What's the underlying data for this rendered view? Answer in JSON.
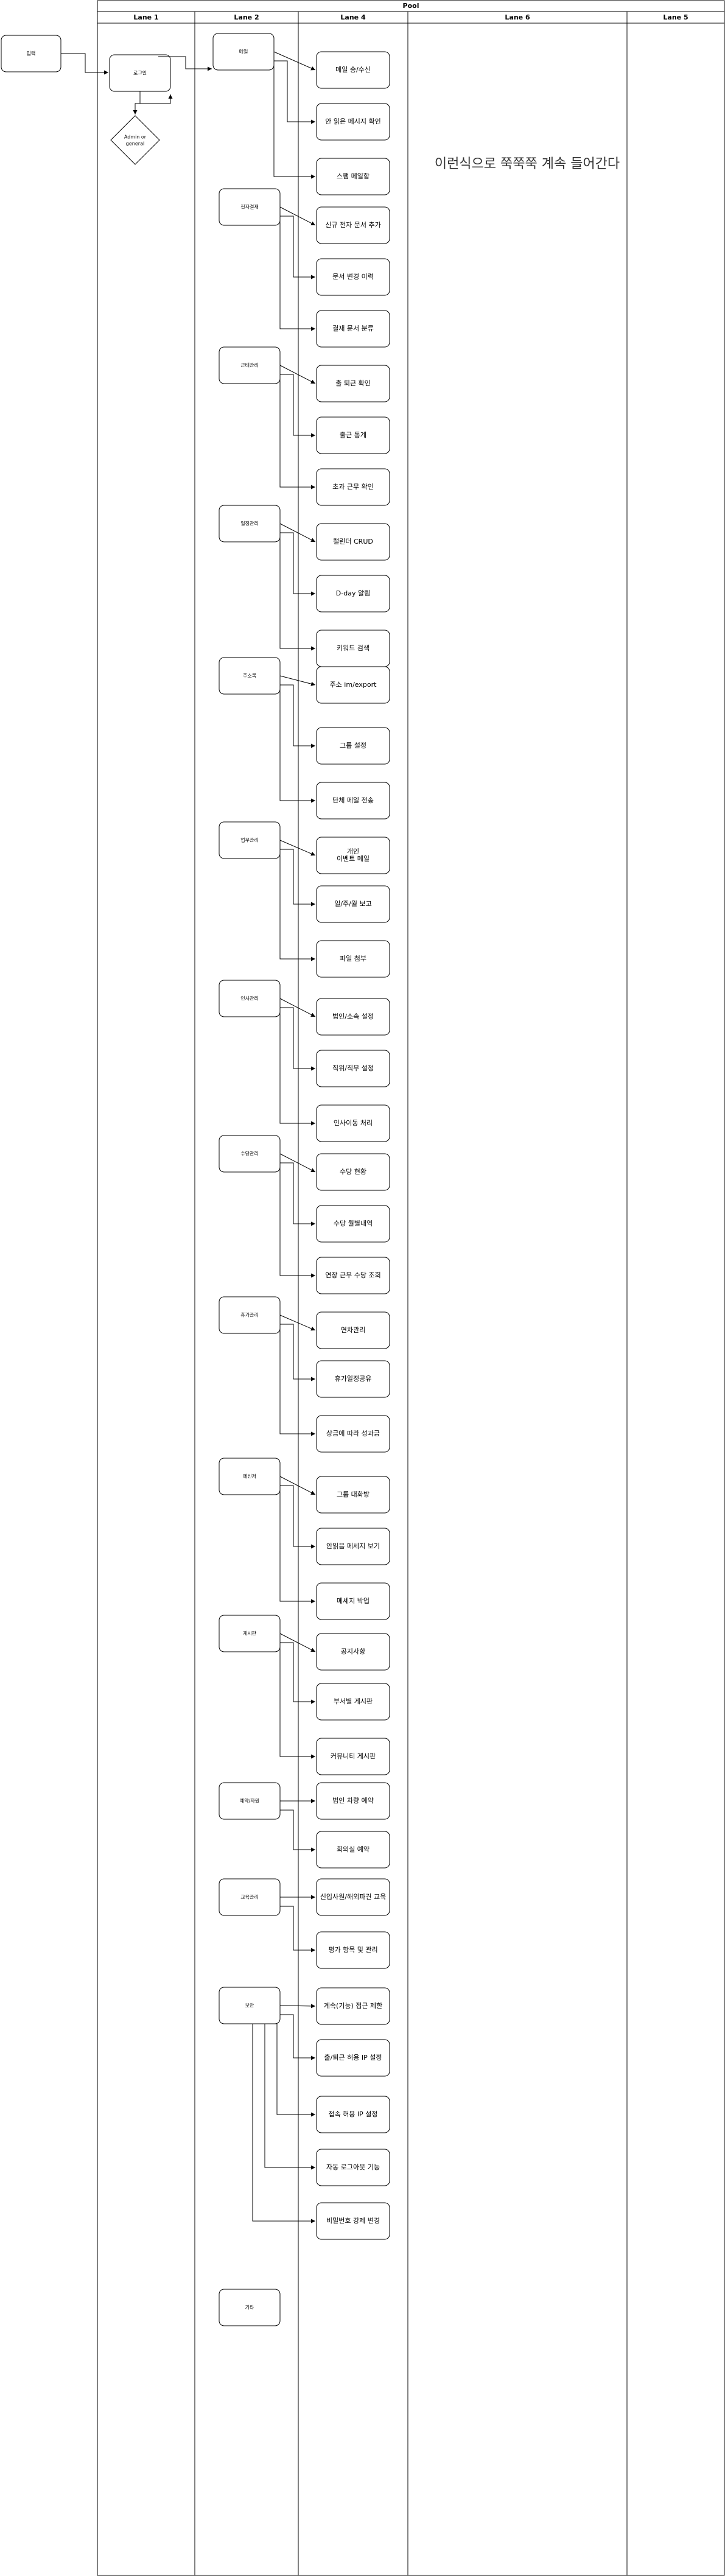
{
  "pool": {
    "title": "Pool"
  },
  "lanes": [
    "Lane 1",
    "Lane 2",
    "Lane 4",
    "Lane 6",
    "Lane 5"
  ],
  "start": "입력",
  "login": "로그인",
  "decision": "Admin or general",
  "note": "이런식으로 쭉쭉쭉 계속 들어간다",
  "groups": [
    {
      "label": "메일",
      "items": [
        "메일 송/수신",
        "안 읽은 메시지 확인",
        "스팸 메일함"
      ]
    },
    {
      "label": "전자결재",
      "items": [
        "신규 전자 문서 추가",
        "문서 변경 이력",
        "결재 문서 분류"
      ]
    },
    {
      "label": "근태관리",
      "items": [
        "출 퇴근 확인",
        "출근 통계",
        "초과 근무 확인"
      ]
    },
    {
      "label": "일정관리",
      "items": [
        "캘린더 CRUD",
        "D-day 알림",
        "키워드 검색"
      ]
    },
    {
      "label": "주소록",
      "items": [
        "주소 im/export",
        "그룹 설정",
        "단체 메일 전송"
      ]
    },
    {
      "label": "업무관리",
      "items": [
        "개인\n이벤트 메일",
        "일/주/월 보고",
        "파일 첨부"
      ]
    },
    {
      "label": "인사관리",
      "items": [
        "법인/소속 설정",
        "직위/직무 설정",
        "인사이동 처리"
      ]
    },
    {
      "label": "수당관리",
      "items": [
        "수당 현황",
        "수당 월별내역",
        "연장 근무 수당 조회"
      ]
    },
    {
      "label": "휴가관리",
      "items": [
        "연차관리",
        "휴가일정공유",
        "상급에 따라 성과급"
      ]
    },
    {
      "label": "메신저",
      "items": [
        "그룹 대화방",
        "안읽음 메세지 보기",
        "메세지 박업"
      ]
    },
    {
      "label": "게시판",
      "items": [
        "공지사항",
        "부서별 게시판",
        "커뮤니티 게시판"
      ]
    },
    {
      "label": "예약/자원",
      "items": [
        "법인 차량 예약",
        "회의실 예약"
      ]
    },
    {
      "label": "교육관리",
      "items": [
        "신입사원/해외파견 교육",
        "평가 항목 및 관리"
      ]
    },
    {
      "label": "보안",
      "items": [
        "계속(기능) 접근 제한",
        "출/퇴근 허용 IP 설정",
        "접속 허용 IP 설정",
        "자동 로그아웃 기능",
        "비밀번호 강제 변경"
      ]
    },
    {
      "label": "기타",
      "items": []
    }
  ]
}
